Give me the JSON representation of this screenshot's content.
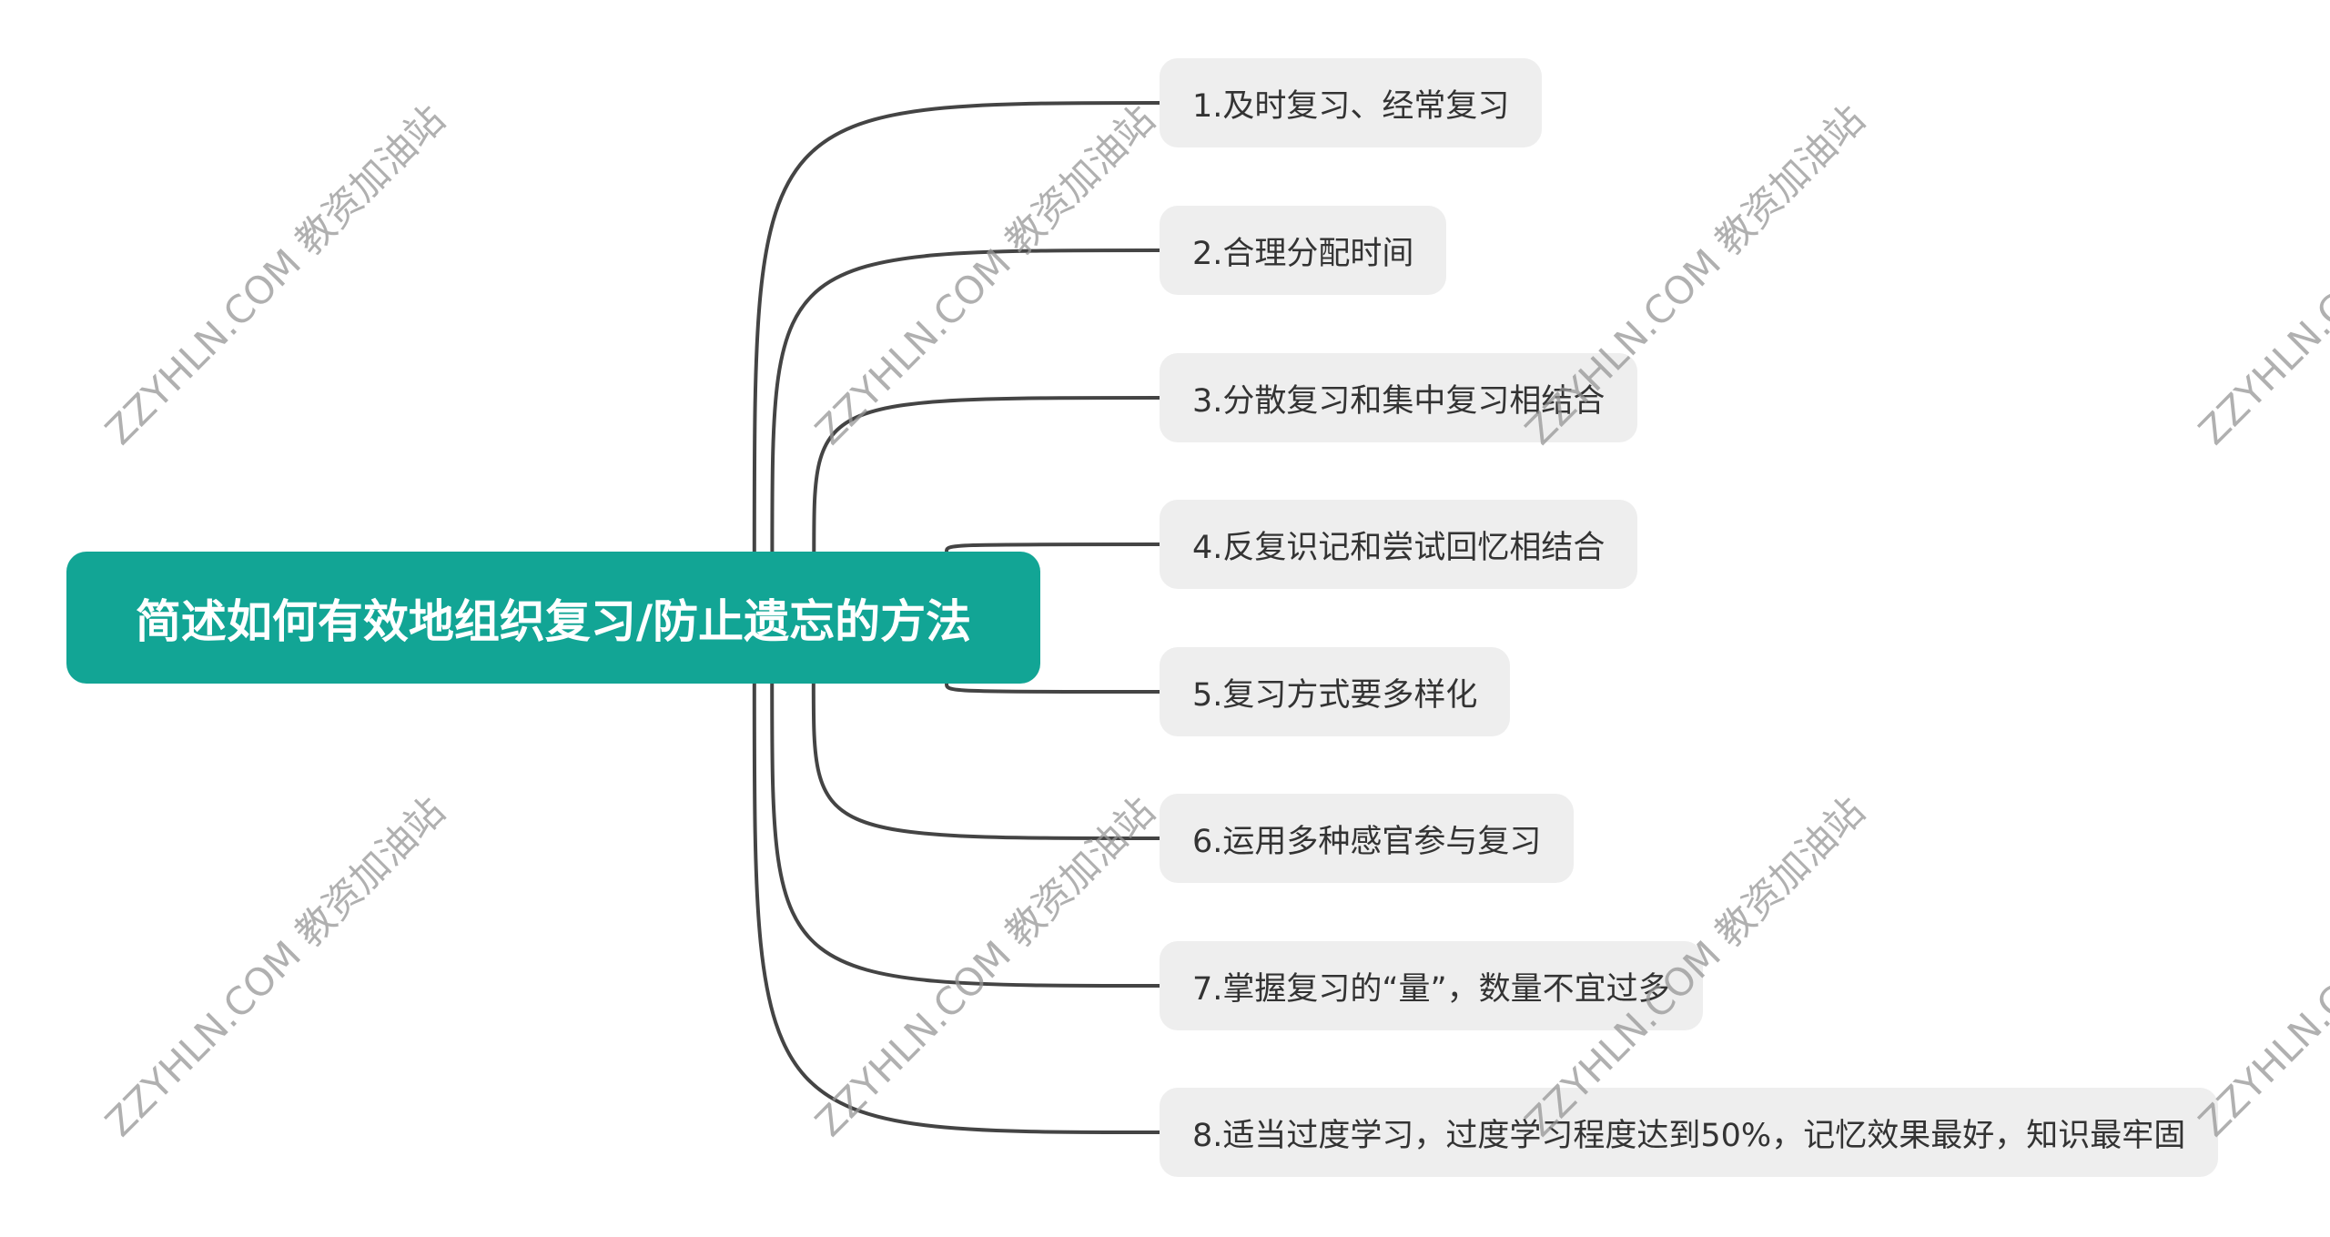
{
  "root": {
    "label": "简述如何有效地组织复习/防止遗忘的方法"
  },
  "branches": [
    {
      "label": "1.及时复习、经常复习"
    },
    {
      "label": "2.合理分配时间"
    },
    {
      "label": "3.分散复习和集中复习相结合"
    },
    {
      "label": "4.反复识记和尝试回忆相结合"
    },
    {
      "label": "5.复习方式要多样化"
    },
    {
      "label": "6.运用多种感官参与复习"
    },
    {
      "label": "7.掌握复习的“量”，数量不宜过多"
    },
    {
      "label": "8.适当过度学习，过度学习程度达到50%，记忆效果最好，知识最牢固"
    }
  ],
  "watermark": {
    "text": "ZZYHLN.COM 教资加油站"
  },
  "colors": {
    "root_fill": "#12a595",
    "branch_fill": "#eeeeee",
    "connector": "#444444"
  }
}
